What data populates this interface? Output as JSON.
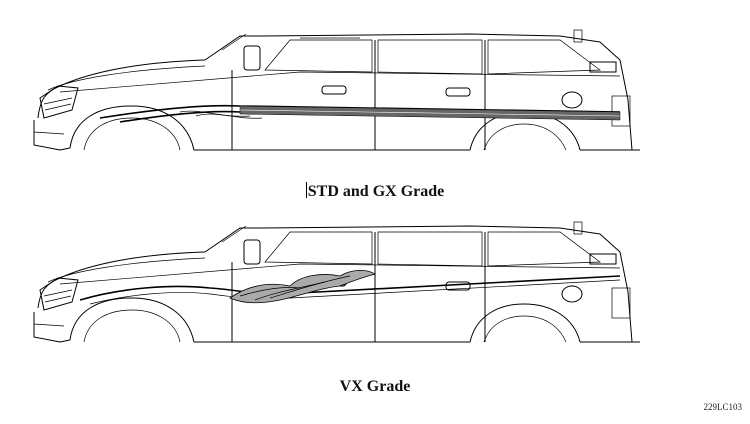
{
  "diagrams": [
    {
      "caption": "STD and GX Grade"
    },
    {
      "caption": "VX Grade"
    }
  ],
  "figure_code": "229LC103"
}
